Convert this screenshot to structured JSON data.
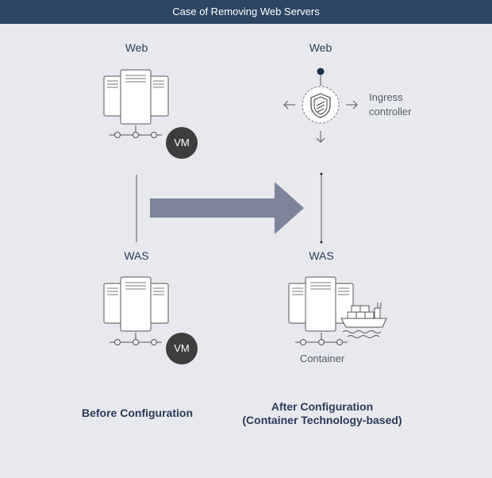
{
  "header": {
    "title": "Case of Removing Web Servers"
  },
  "before": {
    "web_label": "Web",
    "was_label": "WAS",
    "vm_badge": "VM",
    "caption": "Before Configuration"
  },
  "after": {
    "web_label": "Web",
    "was_label": "WAS",
    "ingress_line1": "Ingress",
    "ingress_line2": "controller",
    "container_label": "Container",
    "caption_line1": "After Configuration",
    "caption_line2": "(Container Technology-based)"
  },
  "colors": {
    "header_bg": "#2f4564",
    "background": "#e8e9ef",
    "arrow": "#7b8499",
    "text_dark": "#2b3a5a",
    "vm_badge": "#3d3d3d"
  }
}
